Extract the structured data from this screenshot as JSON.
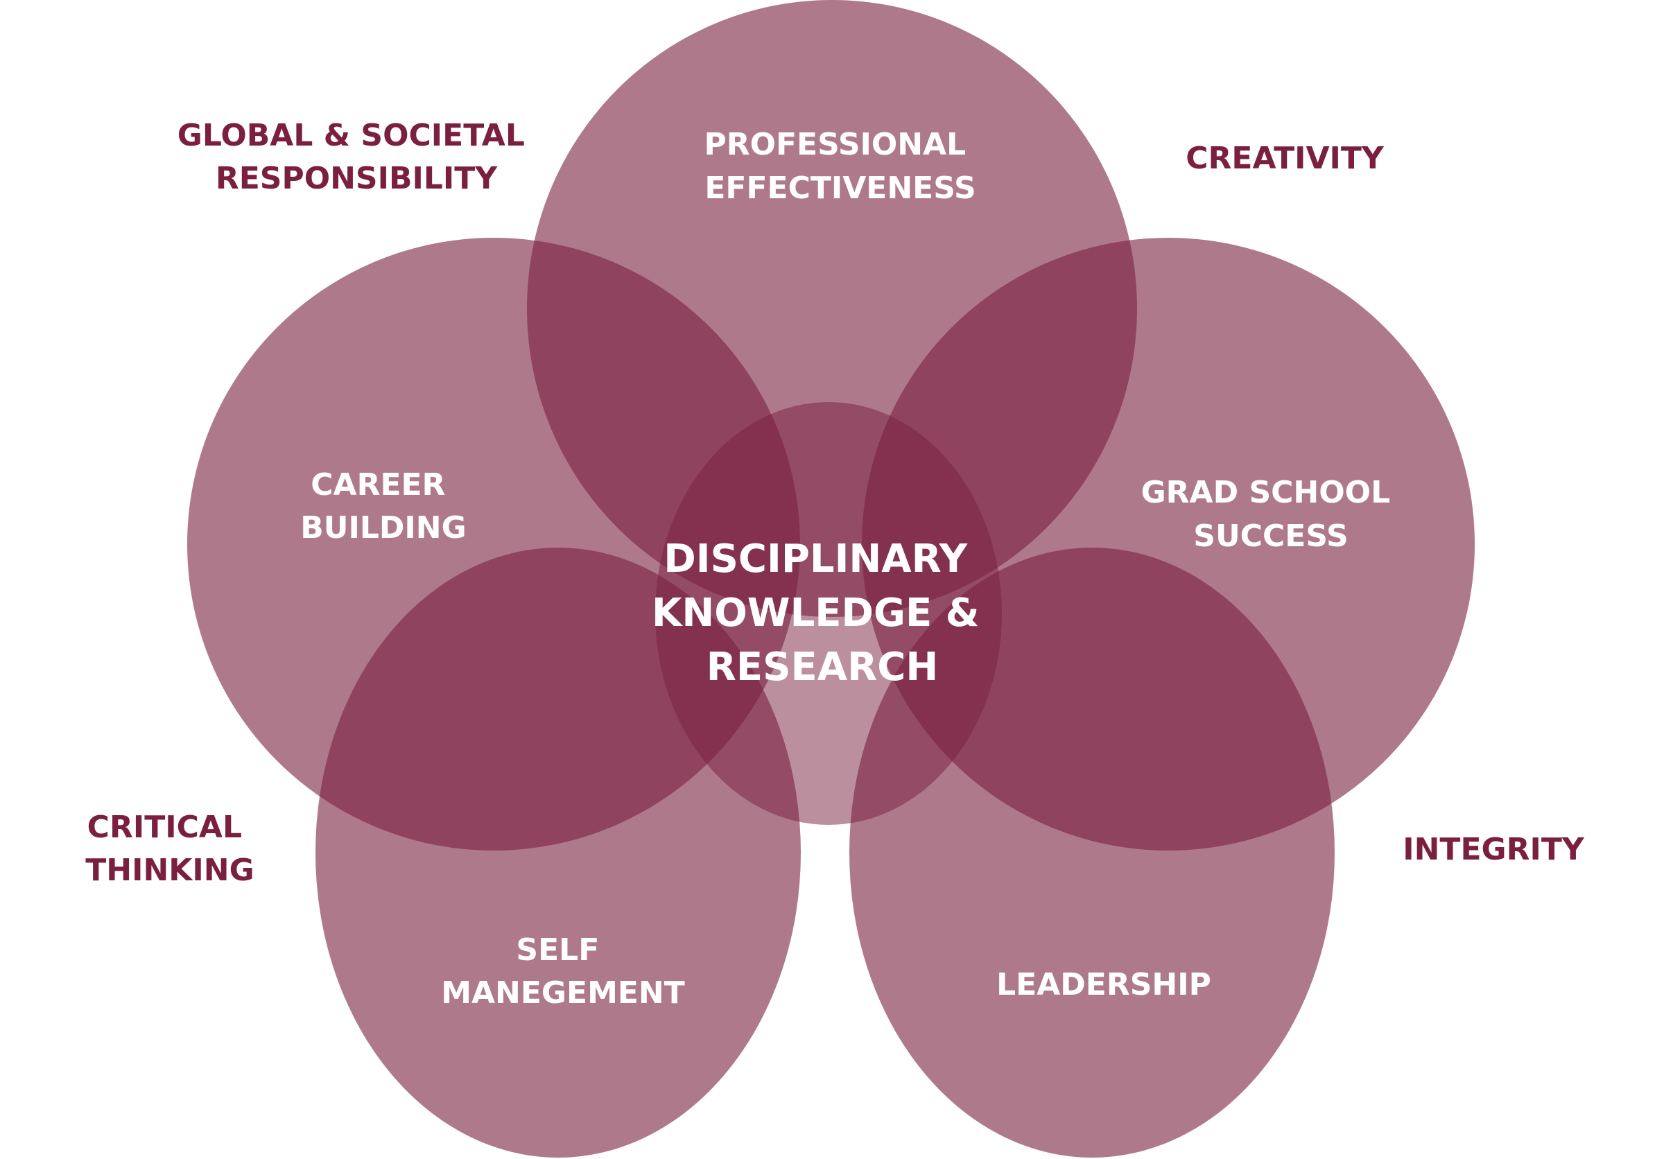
{
  "colors": {
    "primary": "#7a1f40",
    "label_on_fill": "#ffffff",
    "background": "#ffffff"
  },
  "center": {
    "lines": [
      "DISCIPLINARY",
      "KNOWLEDGE &",
      "RESEARCH"
    ]
  },
  "lobes": [
    {
      "id": "professional",
      "lines": [
        "PROFESSIONAL",
        "EFFECTIVENESS"
      ]
    },
    {
      "id": "career",
      "lines": [
        "CAREER",
        "BUILDING"
      ]
    },
    {
      "id": "grad-school",
      "lines": [
        "GRAD SCHOOL",
        "SUCCESS"
      ]
    },
    {
      "id": "self",
      "lines": [
        "SELF",
        "MANEGEMENT"
      ]
    },
    {
      "id": "leadership",
      "lines": [
        "LEADERSHIP"
      ]
    }
  ],
  "outer_labels": [
    {
      "id": "global",
      "lines": [
        "GLOBAL & SOCIETAL",
        "RESPONSIBILITY"
      ]
    },
    {
      "id": "creativity",
      "lines": [
        "CREATIVITY"
      ]
    },
    {
      "id": "critical",
      "lines": [
        "CRITICAL",
        "THINKING"
      ]
    },
    {
      "id": "integrity",
      "lines": [
        "INTEGRITY"
      ]
    }
  ]
}
